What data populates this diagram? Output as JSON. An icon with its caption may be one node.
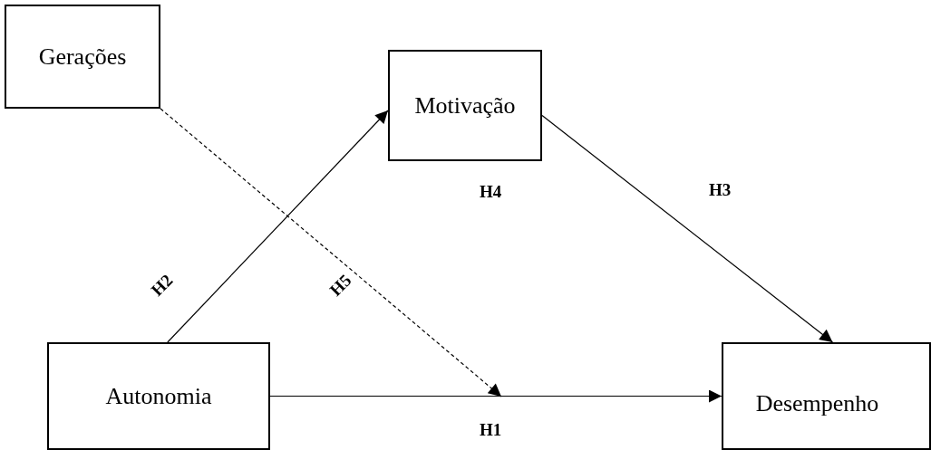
{
  "diagram": {
    "nodes": [
      {
        "text": [
          "Gerações"
        ]
      },
      {
        "text": [
          "Motivação"
        ]
      },
      {
        "text": [
          "Autonomia"
        ]
      },
      {
        "text": [
          "Desempenho"
        ]
      }
    ],
    "edges": [
      {
        "from": 2,
        "to": 1,
        "arrow": "to",
        "label": "H2"
      },
      {
        "from": 1,
        "to": 3,
        "arrow": "to",
        "label": "H3"
      },
      {
        "from": 2,
        "to": 3,
        "arrow": "to",
        "label": "H1"
      },
      {
        "from": 0,
        "to": null,
        "arrow": "to",
        "label": "H5",
        "style": "dashed"
      }
    ],
    "labels": [
      "H4"
    ]
  }
}
